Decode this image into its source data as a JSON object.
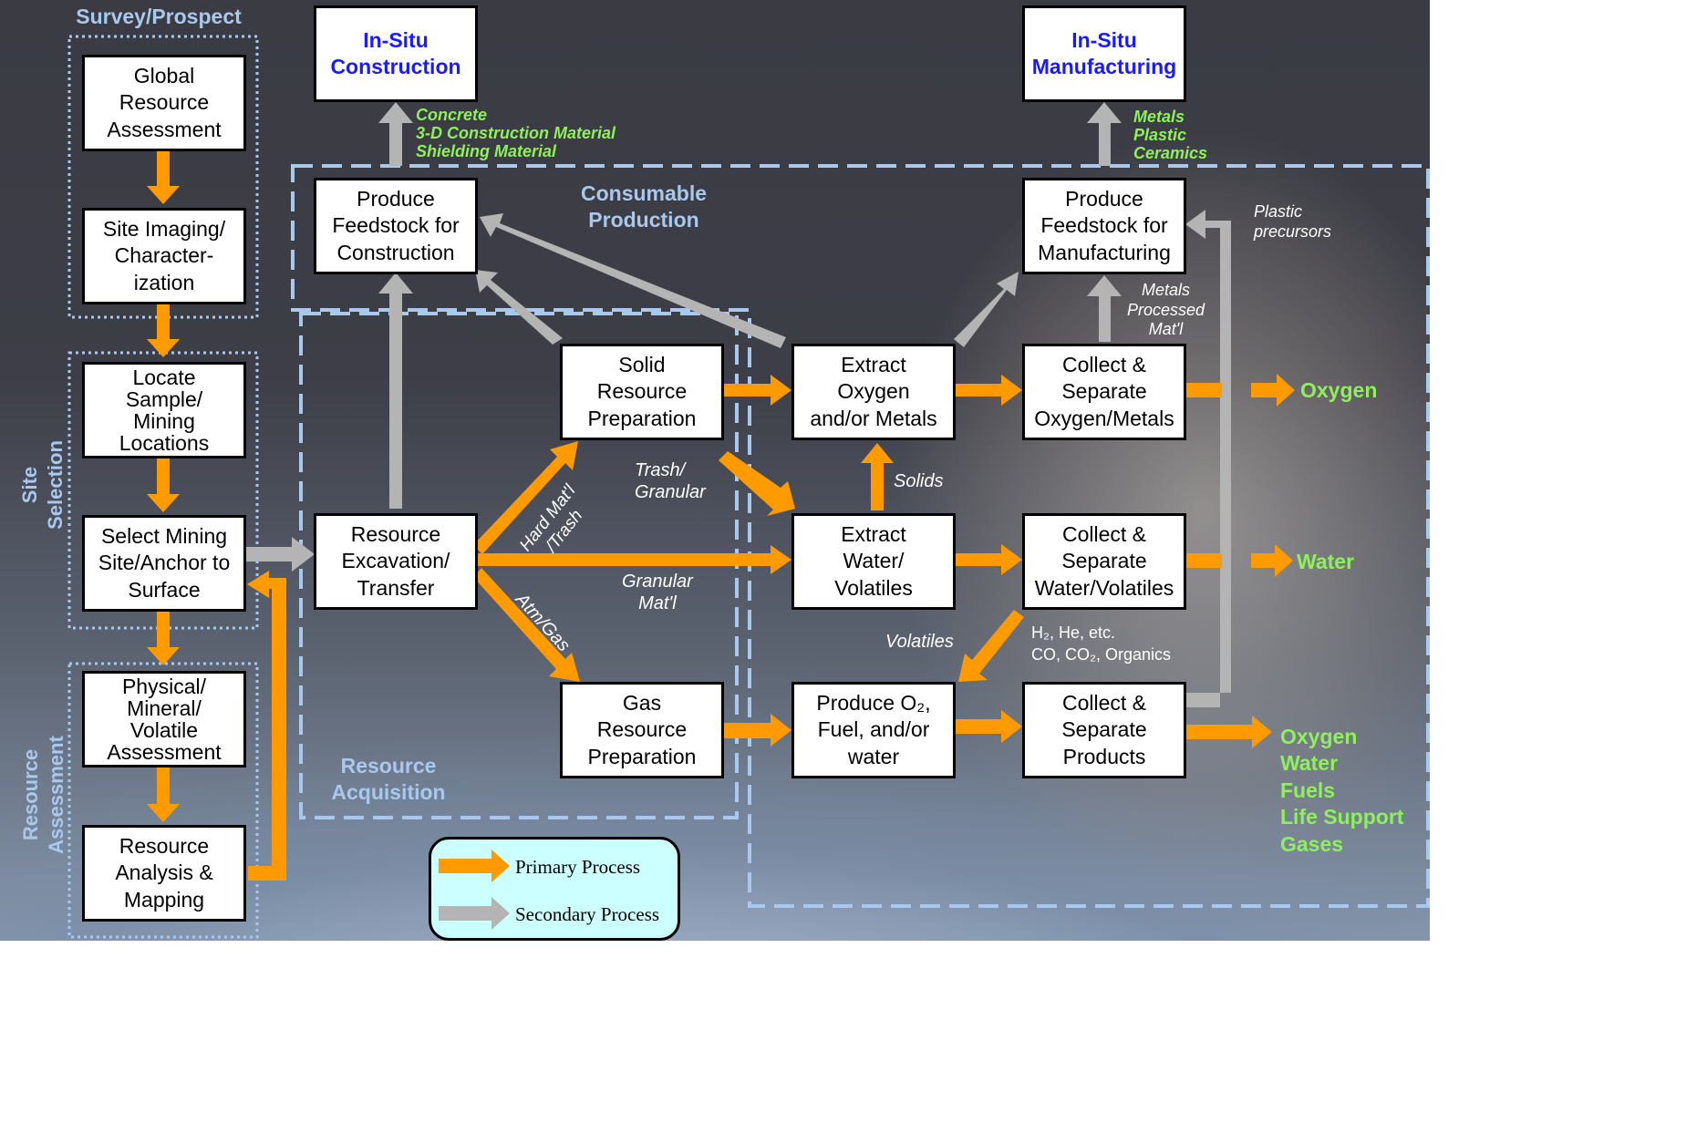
{
  "groups": {
    "survey": "Survey/Prospect",
    "site_selection": "Site\nSelection",
    "resource_assessment": "Resource\nAssessment",
    "consumable_production": "Consumable\nProduction",
    "resource_acquisition": "Resource\nAcquisition"
  },
  "boxes": {
    "global": "Global\nResource\nAssessment",
    "site_imaging": "Site Imaging/\nCharacter-\nization",
    "locate": "Locate\nSample/\nMining\nLocations",
    "select_site": "Select Mining\nSite/Anchor to\nSurface",
    "physical": "Physical/\nMineral/\nVolatile\nAssessment",
    "analysis": "Resource\nAnalysis &\nMapping",
    "insitu_construction": "In-Situ\nConstruction",
    "insitu_manufacturing": "In-Situ\nManufacturing",
    "feed_construction": "Produce\nFeedstock for\nConstruction",
    "feed_manufacturing": "Produce\nFeedstock for\nManufacturing",
    "solid_prep": "Solid\nResource\nPreparation",
    "excavation": "Resource\nExcavation/\nTransfer",
    "gas_prep": "Gas\nResource\nPreparation",
    "extract_oxygen": "Extract\nOxygen\nand/or Metals",
    "extract_water": "Extract\nWater/\nVolatiles",
    "produce_o2": "Produce O₂,\nFuel, and/or\nwater",
    "collect_oxygen": "Collect  &\nSeparate\nOxygen/Metals",
    "collect_water": "Collect &\nSeparate\nWater/Volatiles",
    "collect_products": "Collect &\nSeparate\nProducts"
  },
  "labels": {
    "construction_materials": "Concrete\n3-D Construction Material\nShielding Material",
    "manufacturing_materials": "Metals\nPlastic\nCeramics",
    "plastic_precursors": "Plastic\nprecursors",
    "metals_processed": "Metals\nProcessed\nMat'l",
    "trash_granular": "Trash/\nGranular",
    "granular_matl": "Granular\nMat'l",
    "hard_matl": "Hard Mat'l\n/Trash",
    "atm_gas": "Atm/Gas",
    "solids": "Solids",
    "volatiles": "Volatiles",
    "gases_list": "H₂, He, etc.\nCO, CO₂, Organics"
  },
  "outputs": {
    "oxygen": "Oxygen",
    "water": "Water",
    "products": "Oxygen\nWater\nFuels\nLife Support\n    Gases"
  },
  "legend": {
    "primary": "Primary Process",
    "secondary": "Secondary Process"
  },
  "colors": {
    "primary_arrow": "#ff9a00",
    "secondary_arrow": "#b4b4b4",
    "group_border": "#a9c8ee",
    "output_text": "#8ef05c",
    "insitu_text": "#1a1aff",
    "legend_fill": "#ccffff"
  }
}
